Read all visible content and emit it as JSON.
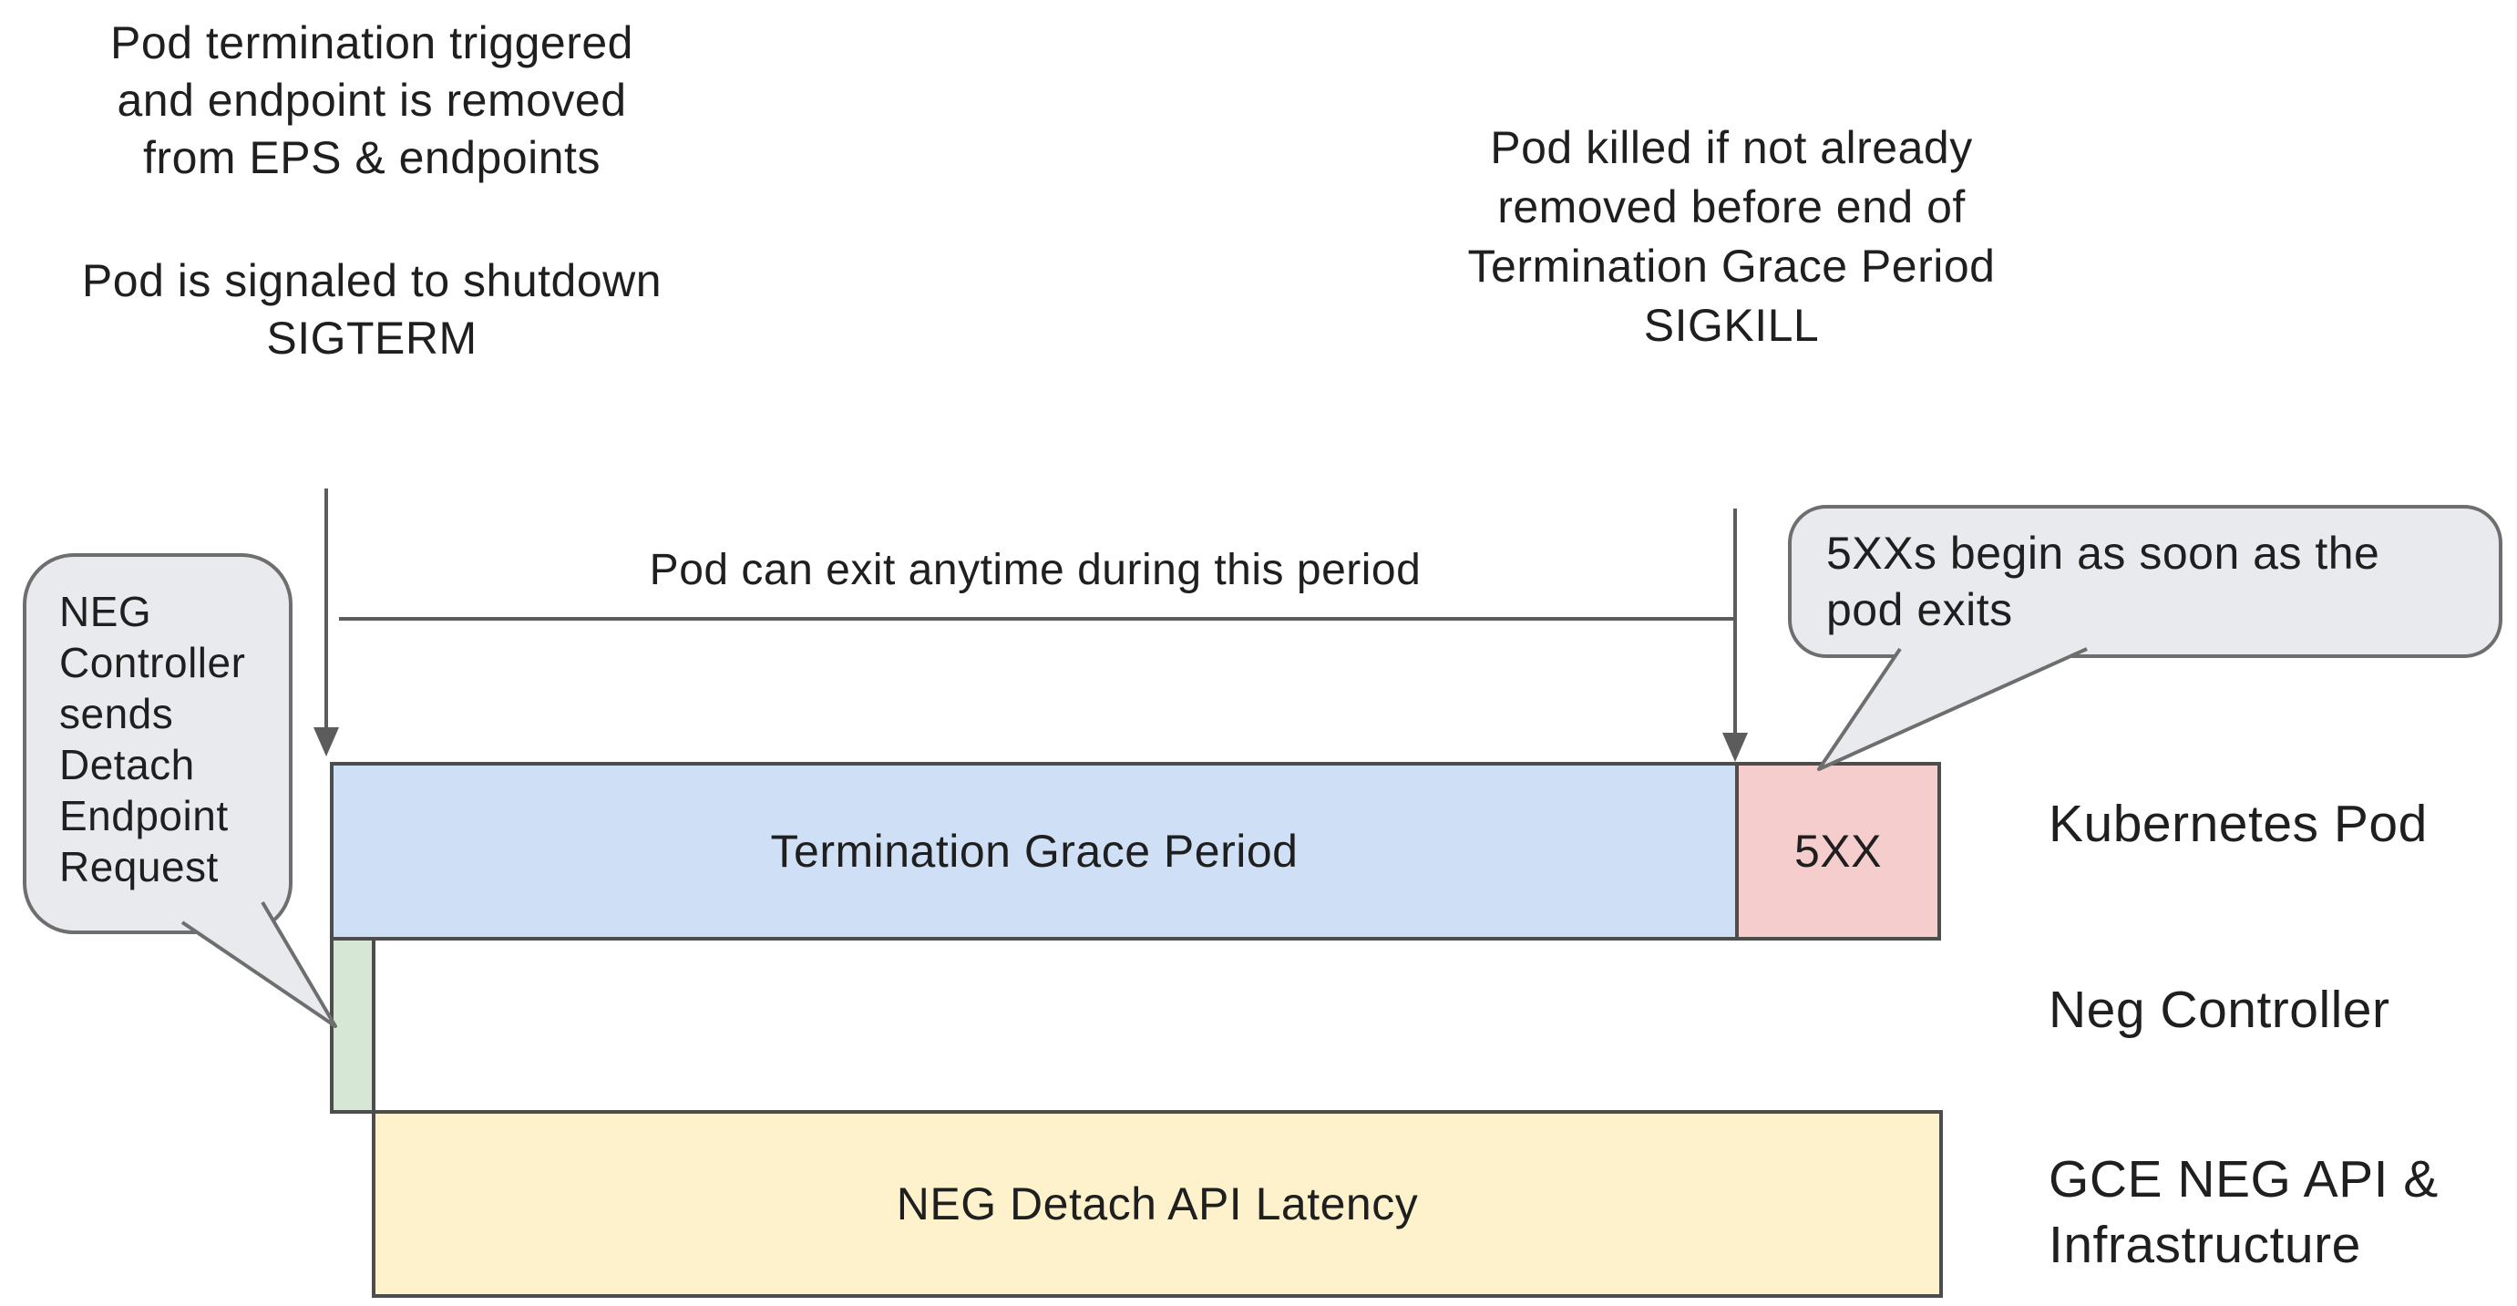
{
  "annotations": {
    "top_left": {
      "para1": [
        "Pod termination triggered",
        "and endpoint is removed",
        "from EPS & endpoints"
      ],
      "para2": [
        "Pod is signaled to shutdown",
        "SIGTERM"
      ]
    },
    "top_right": {
      "lines": [
        "Pod killed if not already",
        "removed before end of",
        "Termination Grace Period",
        "SIGKILL"
      ]
    },
    "period_label": "Pod can exit anytime during this period"
  },
  "callouts": {
    "left": {
      "text": "NEG Controller sends Detach Endpoint Request",
      "fill": "#e9eaee",
      "border": "#6e6e6e"
    },
    "right": {
      "text": "5XXs begin as soon as the pod exits",
      "fill": "#e9eaee",
      "border": "#6e6e6e"
    }
  },
  "timeline": {
    "kubernetes_pod": {
      "row_label": "Kubernetes Pod",
      "segments": [
        {
          "label": "Termination Grace Period",
          "color": "#cfe0f6"
        },
        {
          "label": "5XX",
          "color": "#f6cdcd"
        }
      ]
    },
    "neg_controller": {
      "row_label": "Neg Controller",
      "color": "#d6e8d5"
    },
    "gce_neg_api": {
      "row_label": "GCE NEG API & Infrastructure",
      "label": "NEG Detach API Latency",
      "color": "#fdf2cb"
    }
  },
  "style": {
    "arrow_color": "#5c5c5c",
    "bar_border": "#4d4d4d",
    "text_color": "#1f1f1f"
  }
}
